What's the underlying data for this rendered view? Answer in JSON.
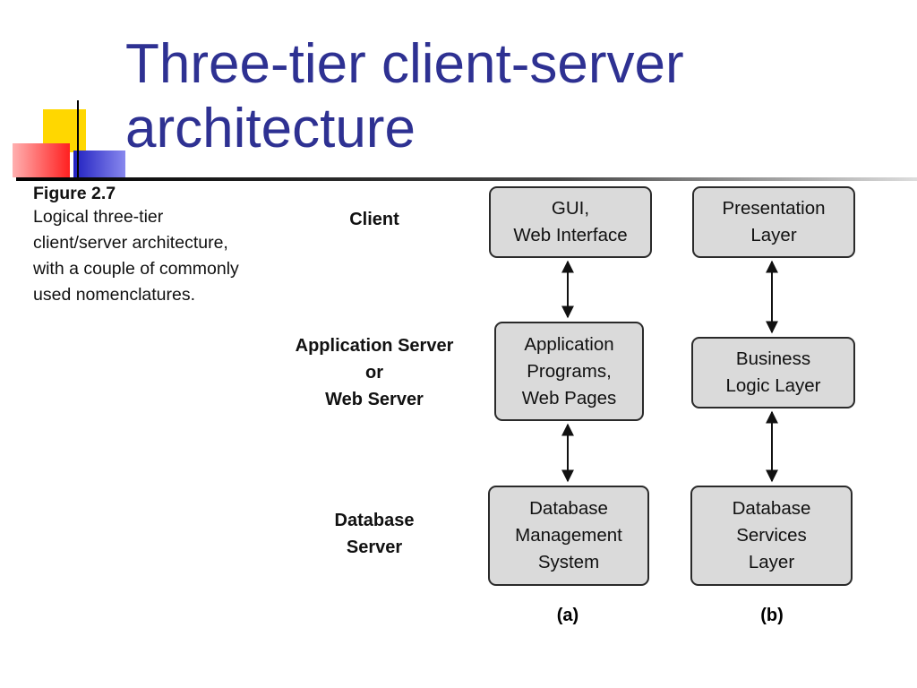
{
  "slide": {
    "title_lines": [
      "Three-tier client-server",
      "architecture"
    ],
    "title_color": "#2e3192"
  },
  "caption": {
    "figure": "Figure 2.7",
    "lines": [
      "Logical three-tier",
      "client/server architecture,",
      "with a couple of commonly",
      "used nomenclatures."
    ]
  },
  "tiers": {
    "client": [
      "Client"
    ],
    "application": [
      "Application Server",
      "or",
      "Web Server"
    ],
    "database": [
      "Database",
      "Server"
    ]
  },
  "column_a": {
    "label": "(a)",
    "boxes": [
      [
        "GUI,",
        "Web Interface"
      ],
      [
        "Application",
        "Programs,",
        "Web Pages"
      ],
      [
        "Database",
        "Management",
        "System"
      ]
    ]
  },
  "column_b": {
    "label": "(b)",
    "boxes": [
      [
        "Presentation",
        "Layer"
      ],
      [
        "Business",
        "Logic Layer"
      ],
      [
        "Database",
        "Services",
        "Layer"
      ]
    ]
  },
  "colors": {
    "box_fill": "#dadada",
    "box_border": "#2a2a2a",
    "deco_yellow": "#ffd700",
    "deco_blue": "#3333cc",
    "deco_red": "#ff3333"
  }
}
